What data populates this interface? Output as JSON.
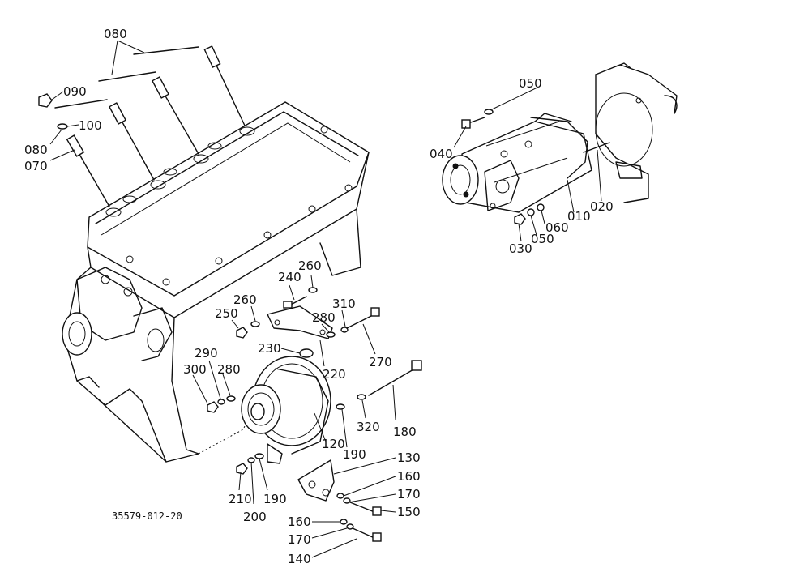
{
  "drawing_code": "35579-012-20",
  "labels": {
    "p080a": "080",
    "p090": "090",
    "p100": "100",
    "p080b": "080",
    "p070": "070",
    "p050a": "050",
    "p040": "040",
    "p020": "020",
    "p010": "010",
    "p060": "060",
    "p050b": "050",
    "p030": "030",
    "p260a": "260",
    "p240": "240",
    "p260b": "260",
    "p250": "250",
    "p310": "310",
    "p280a": "280",
    "p230": "230",
    "p220": "220",
    "p270": "270",
    "p290": "290",
    "p300": "300",
    "p280b": "280",
    "p180": "180",
    "p320": "320",
    "p120": "120",
    "p190a": "190",
    "p130": "130",
    "p160a": "160",
    "p170a": "170",
    "p150": "150",
    "p210": "210",
    "p190b": "190",
    "p200": "200",
    "p160b": "160",
    "p170b": "170",
    "p140": "140"
  }
}
